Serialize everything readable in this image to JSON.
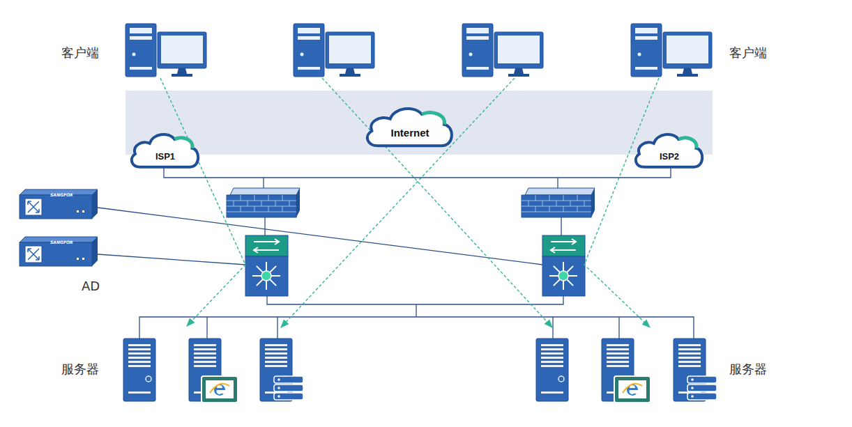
{
  "diagram": {
    "nodes": [
      {
        "text": [
          "Internet"
        ]
      },
      {
        "text": [
          "ISP1"
        ]
      },
      {
        "text": [
          "ISP2"
        ]
      }
    ],
    "edges": [
      {
        "from": 1,
        "to": 2,
        "arrow": "none"
      }
    ],
    "labels": [
      "客户端",
      "客户端",
      "AD",
      "SANGFOR",
      "SANGFOR",
      "服务器",
      "服务器"
    ]
  }
}
